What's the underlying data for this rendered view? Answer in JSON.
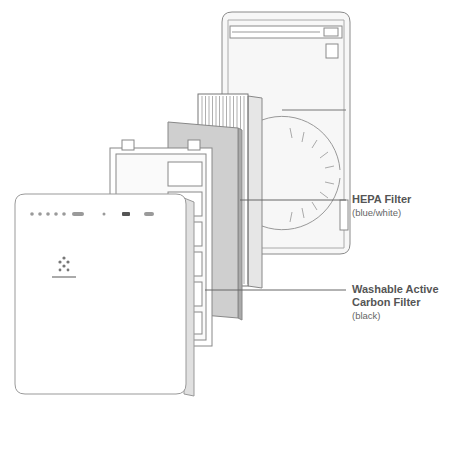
{
  "diagram": {
    "labels": [
      "HEPA Filter",
      "(blue/white)",
      "Washable Active Carbon Filter",
      "(black)"
    ]
  }
}
